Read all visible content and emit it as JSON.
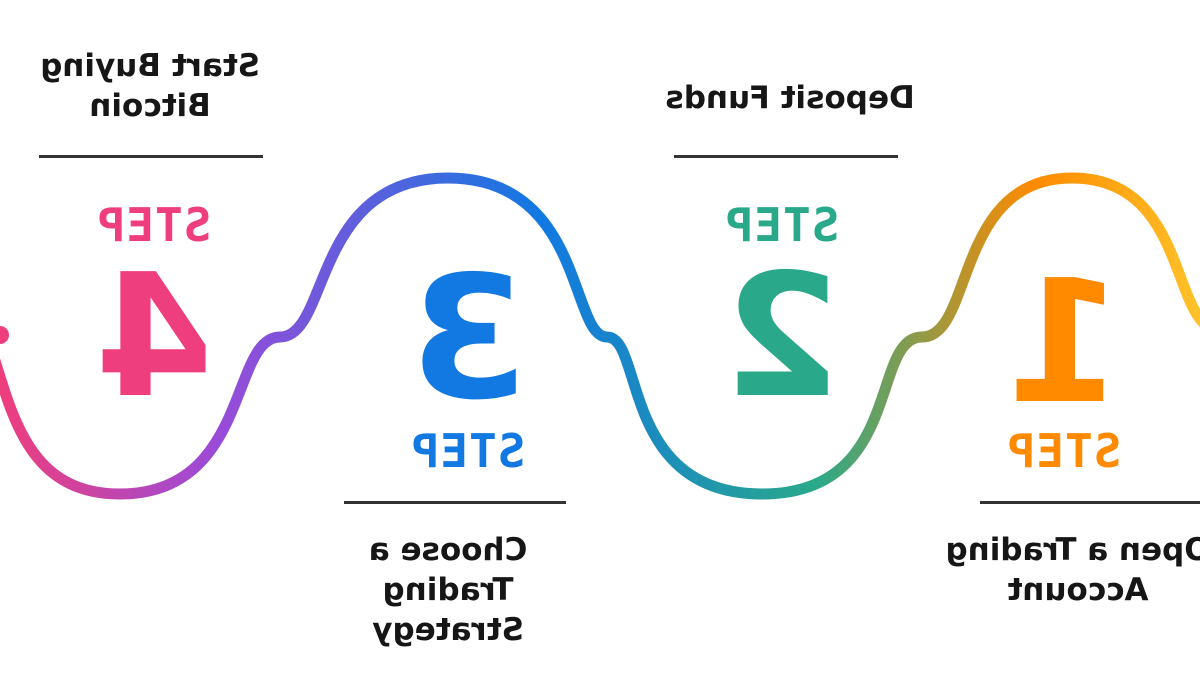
{
  "colors": {
    "orange": "#ff8a00",
    "green": "#2aa98a",
    "blue": "#1278e2",
    "pink": "#ee3e7d",
    "purple": "#9a4bd8",
    "yellow": "#ffc22a",
    "text": "#161616",
    "rule": "#333333"
  },
  "steps": [
    {
      "label": "STEP",
      "number": "1",
      "title_lines": [
        "Open a Trading",
        "Account"
      ],
      "color_key": "orange"
    },
    {
      "label": "STEP",
      "number": "2",
      "title_lines": [
        "Deposit Funds"
      ],
      "color_key": "green"
    },
    {
      "label": "STEP",
      "number": "3",
      "title_lines": [
        "Choose a Trading",
        "Strategy"
      ],
      "color_key": "blue"
    },
    {
      "label": "STEP",
      "number": "4",
      "title_lines": [
        "Start Buying",
        "Bitcoin"
      ],
      "color_key": "pink"
    }
  ]
}
